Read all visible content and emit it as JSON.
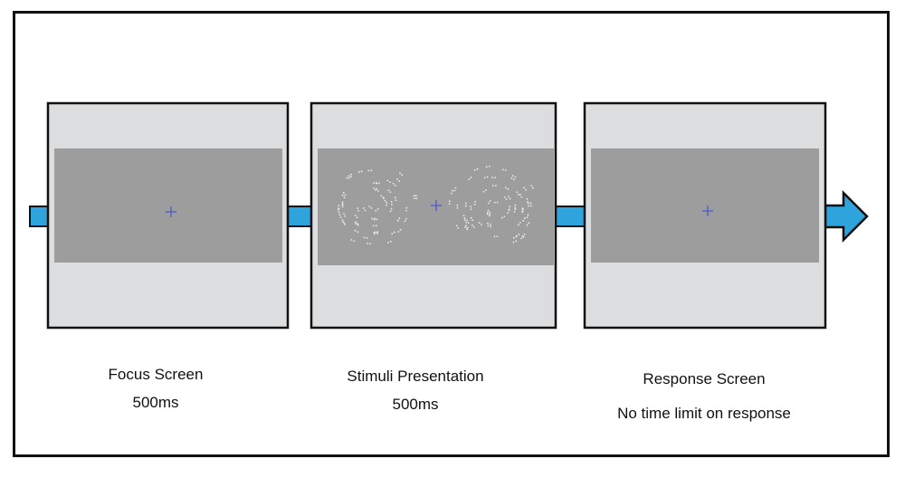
{
  "colors": {
    "arrow": "#2ea3dc",
    "panel_outer": "#dcdddf",
    "panel_inner": "#9d9d9d",
    "fixation": "#5a66c0",
    "stimulus_dots": "#ededed",
    "border": "#111111"
  },
  "stages": [
    {
      "title": "Focus Screen",
      "duration": "500ms",
      "content": "fixation-cross"
    },
    {
      "title": "Stimuli Presentation",
      "duration": "500ms",
      "content": "fixation-cross-with-dot-stimuli"
    },
    {
      "title": "Response Screen",
      "duration": "No time limit on response",
      "content": "fixation-cross"
    }
  ],
  "icons": {
    "fixation": "plus-icon",
    "flow": "right-arrow-icon"
  }
}
